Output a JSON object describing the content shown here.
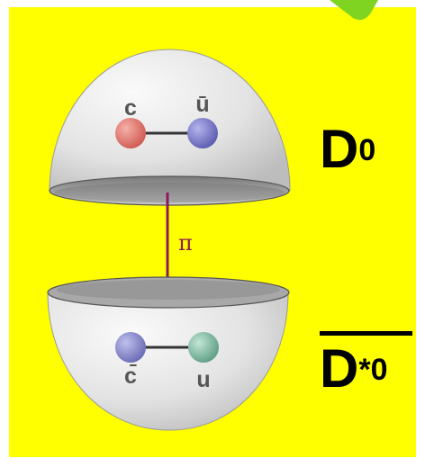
{
  "colors": {
    "background": "#ffff00",
    "corner_accent": "#7fd321",
    "pion_line": "#8e1a5a",
    "quark_c": "#e27a72",
    "quark_u_bar": "#7c7ccc",
    "quark_c_bar": "#8686c8",
    "quark_u": "#7fb9a2",
    "shell": "#e4e4e4"
  },
  "upper_meson": {
    "name": "D",
    "superscript": "0",
    "quark_left": "c",
    "quark_right": "ū"
  },
  "lower_meson": {
    "name": "D",
    "superscript": "*0",
    "quark_left": "c̄",
    "quark_right": "u"
  },
  "exchange": {
    "label": "π"
  }
}
